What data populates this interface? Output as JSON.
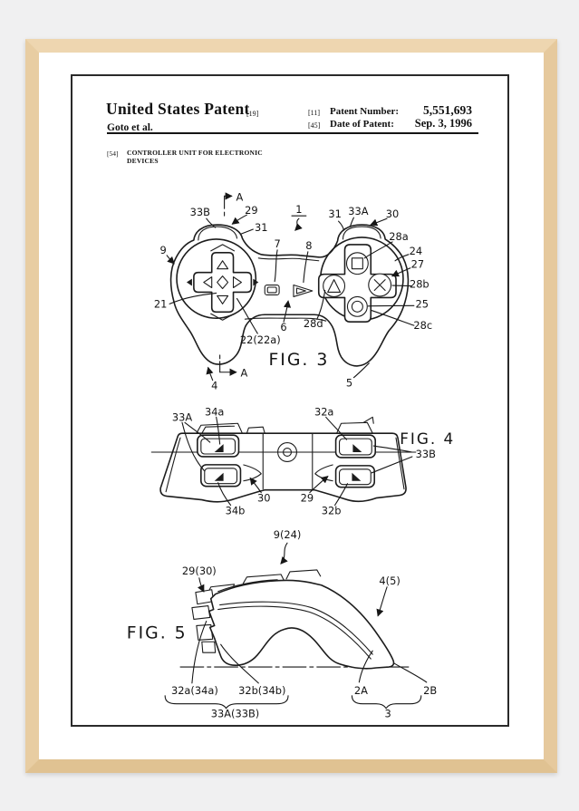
{
  "patent": {
    "header": {
      "title": "United States Patent",
      "title_bracket": "[19]",
      "inventor": "Goto et al.",
      "number_bracket": "[11]",
      "number_label": "Patent Number:",
      "number": "5,551,693",
      "date_bracket": "[45]",
      "date_label": "Date of Patent:",
      "date": "Sep. 3, 1996"
    },
    "section54": {
      "tag": "[54]",
      "title_line1": "CONTROLLER UNIT FOR ELECTRONIC",
      "title_line2": "DEVICES"
    },
    "fig3": {
      "caption": "FIG. 3",
      "labels": {
        "nA_top": "A",
        "n33B": "33B",
        "n29": "29",
        "n31L": "31",
        "n1": "1",
        "n7": "7",
        "n8": "8",
        "n31R": "31",
        "n33A": "33A",
        "n30": "30",
        "n9": "9",
        "n28a": "28a",
        "n24": "24",
        "n27": "27",
        "n28b": "28b",
        "n21": "21",
        "n25": "25",
        "n28c": "28c",
        "n6": "6",
        "n28d": "28d",
        "n22": "22(22a)",
        "nA_bot": "A",
        "n4": "4",
        "n5": "5"
      }
    },
    "fig4": {
      "caption": "FIG. 4",
      "labels": {
        "n33A": "33A",
        "n34a": "34a",
        "n32a": "32a",
        "n33B": "33B",
        "n30": "30",
        "n29": "29",
        "n34b": "34b",
        "n32b": "32b"
      }
    },
    "fig5": {
      "caption": "FIG. 5",
      "labels": {
        "n9": "9(24)",
        "n29": "29(30)",
        "n4": "4(5)",
        "n32a": "32a(34a)",
        "n32b": "32b(34b)",
        "n33A": "33A(33B)",
        "n2A": "2A",
        "n2B": "2B",
        "n3": "3"
      }
    }
  }
}
